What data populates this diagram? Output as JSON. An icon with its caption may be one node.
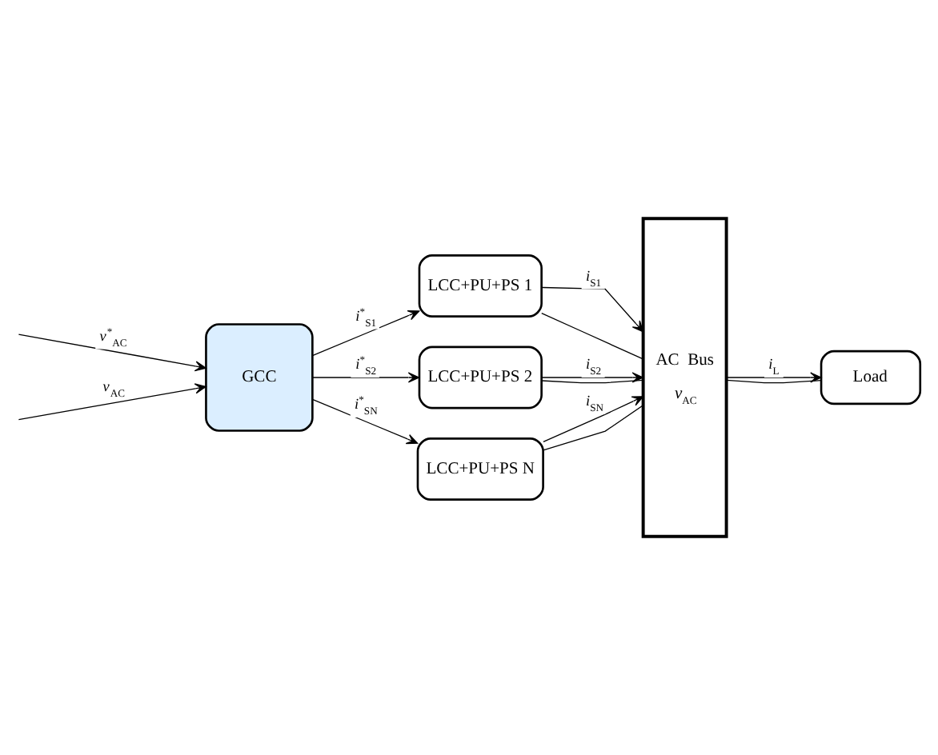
{
  "diagram": {
    "nodes": [
      {
        "text": [
          "GCC"
        ]
      },
      {
        "text": [
          "LCC+PU+PS 1"
        ]
      },
      {
        "text": [
          "LCC+PU+PS 2"
        ]
      },
      {
        "text": [
          "LCC+PU+PS N"
        ]
      },
      {
        "text": [
          "AC  Bus",
          "*v*$_{AC}$"
        ]
      },
      {
        "text": [
          "Load"
        ]
      }
    ],
    "edges": [
      {
        "from": null,
        "to": 0,
        "arrow": "to",
        "label": "*v*$^{*}$$_{AC}$"
      },
      {
        "from": null,
        "to": 0,
        "arrow": "to",
        "label": "*v*$_{AC}$"
      },
      {
        "from": 0,
        "to": 1,
        "arrow": "to",
        "label": "*i*$^{*}$$_{S1}$"
      },
      {
        "from": 0,
        "to": 2,
        "arrow": "to",
        "label": "*i*$^{*}$$_{S2}$"
      },
      {
        "from": 0,
        "to": 3,
        "arrow": "to",
        "label": "*i*$^{*}$$_{SN}$"
      },
      {
        "from": 1,
        "to": 4,
        "arrow": "to",
        "label": "*i*$_{S1}$"
      },
      {
        "from": 1,
        "to": 4,
        "arrow": "none"
      },
      {
        "from": 2,
        "to": 4,
        "arrow": "to",
        "label": "*i*$_{S2}$"
      },
      {
        "from": 2,
        "to": 4,
        "arrow": "none"
      },
      {
        "from": 3,
        "to": 4,
        "arrow": "to",
        "label": "*i*$_{SN}$"
      },
      {
        "from": 3,
        "to": 4,
        "arrow": "none"
      },
      {
        "from": 4,
        "to": 5,
        "arrow": "to",
        "label": "*i*$_{L}$"
      },
      {
        "from": 4,
        "to": 5,
        "arrow": "none"
      }
    ]
  }
}
